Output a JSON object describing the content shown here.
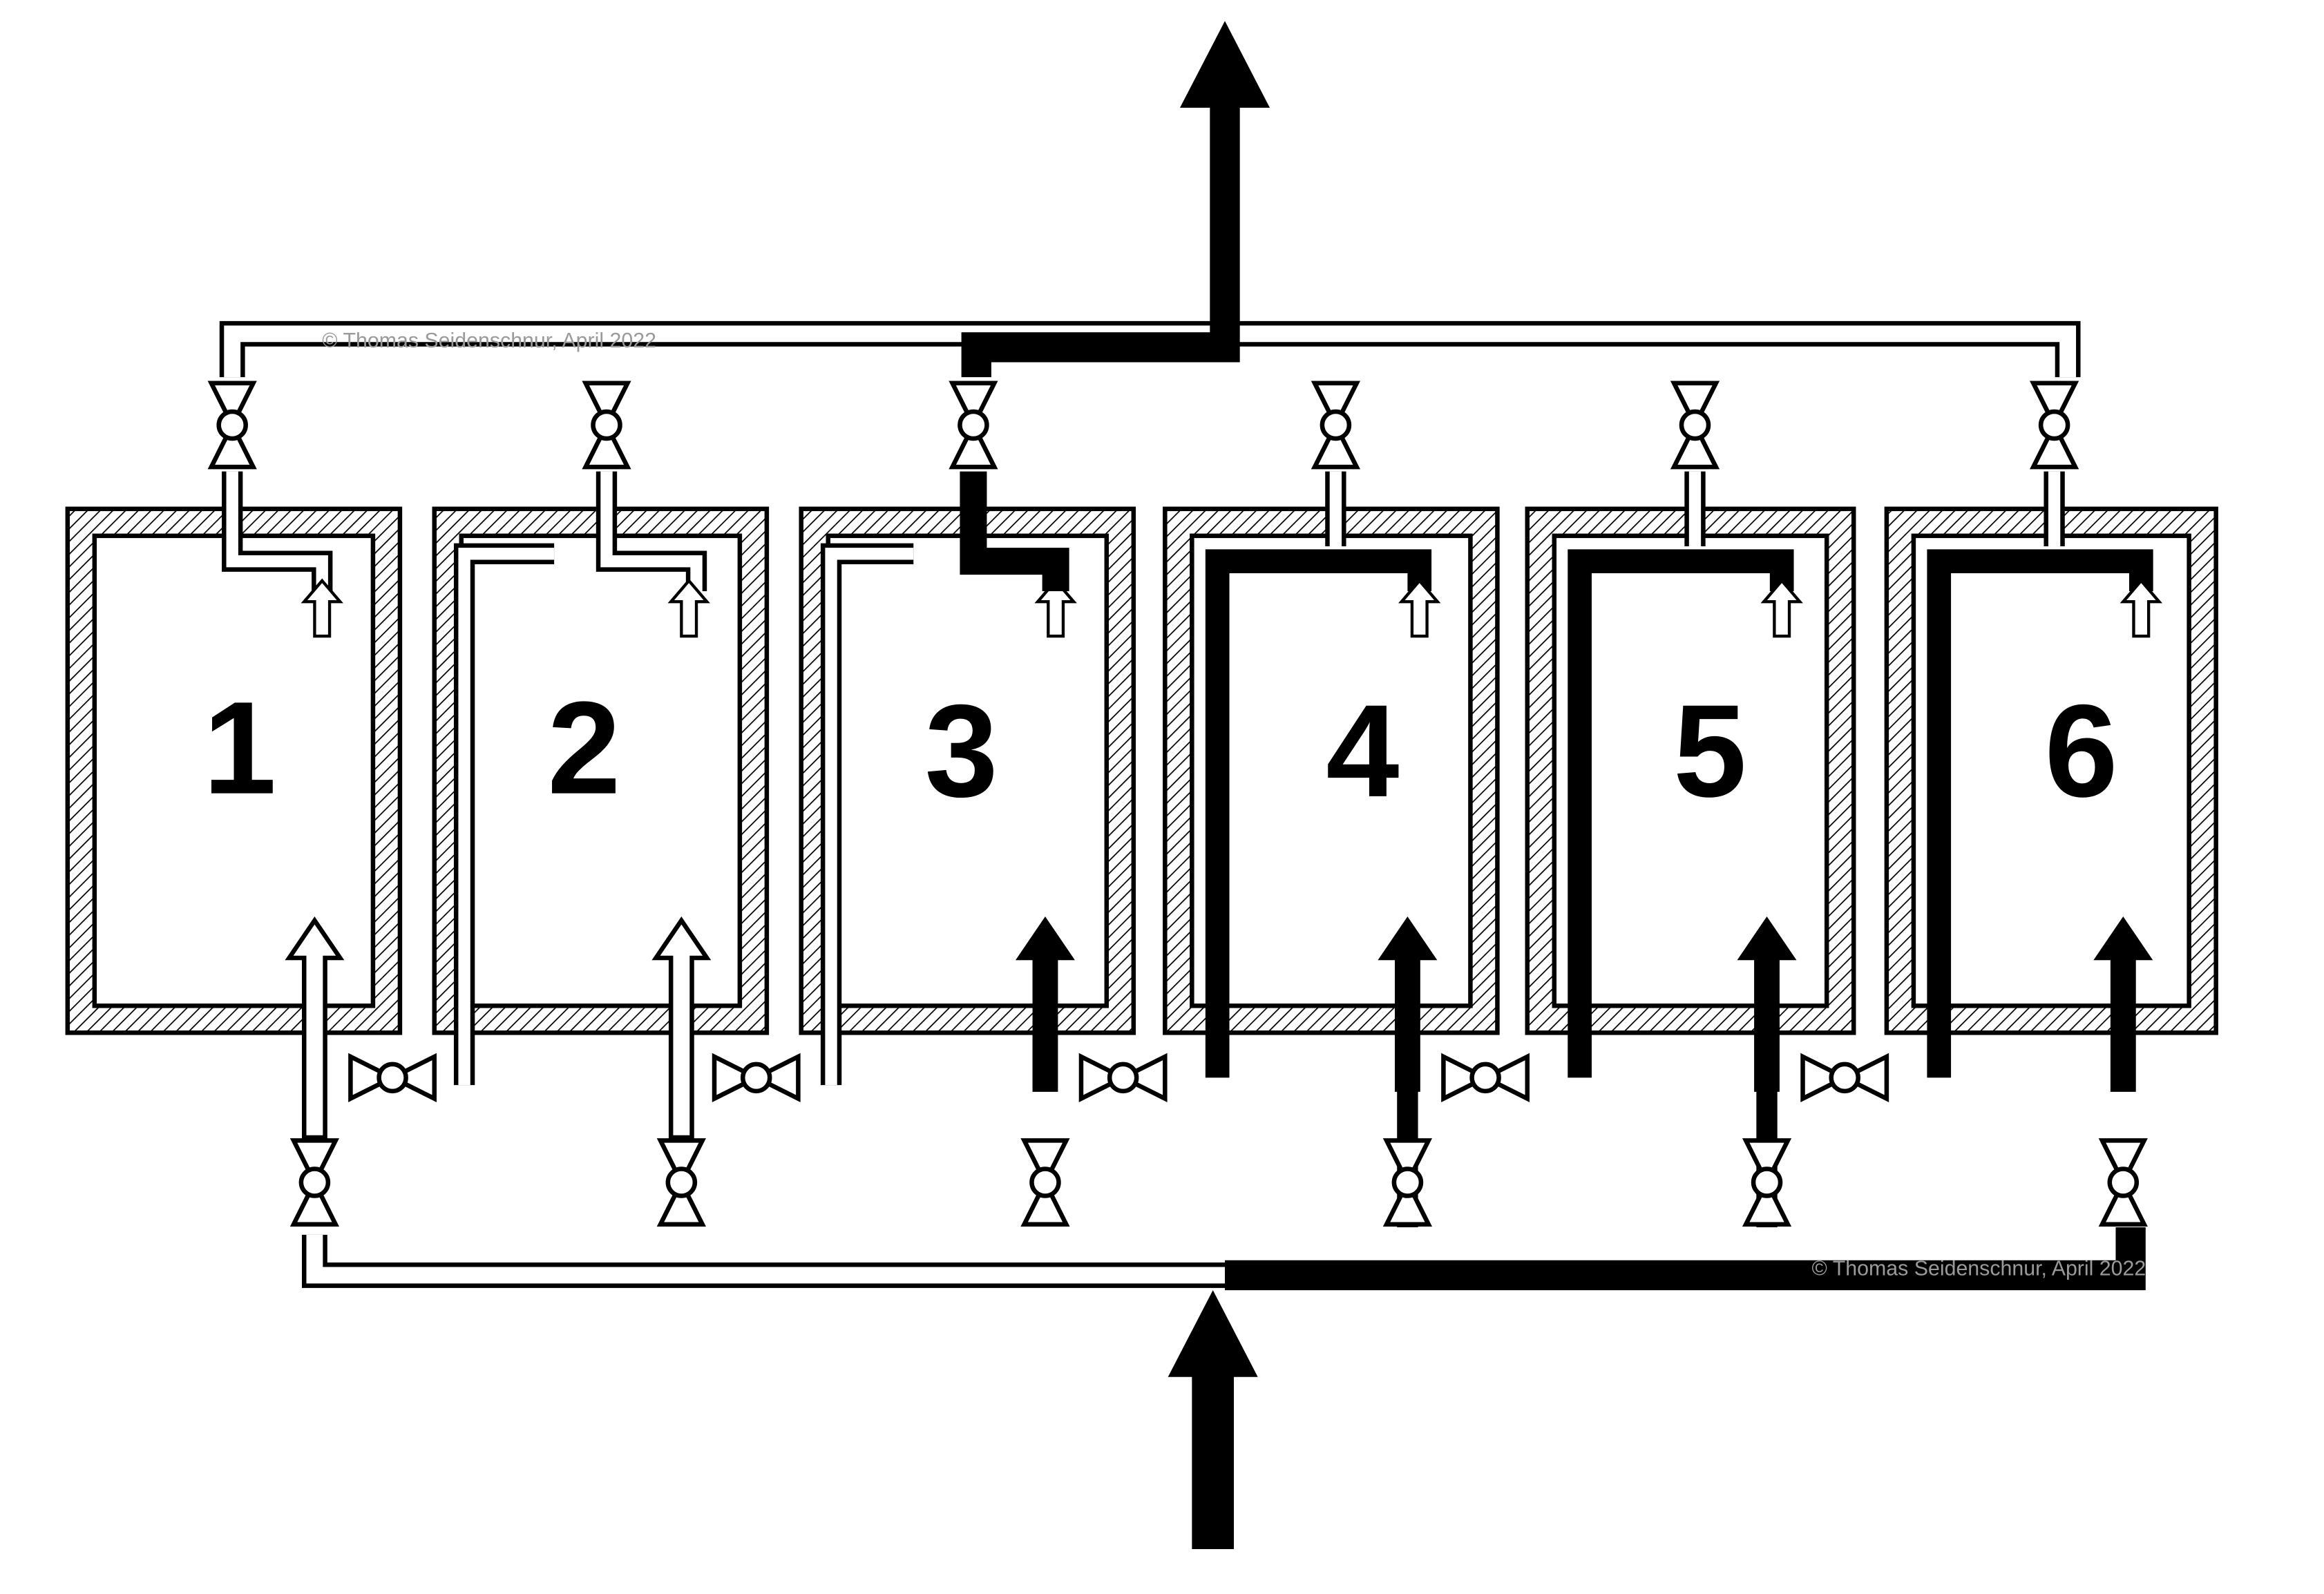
{
  "units": [
    {
      "label": "1",
      "active": false
    },
    {
      "label": "2",
      "active": false
    },
    {
      "label": "3",
      "active": true
    },
    {
      "label": "4",
      "active": true
    },
    {
      "label": "5",
      "active": true
    },
    {
      "label": "6",
      "active": true
    }
  ],
  "copyright_top": "© Thomas Seidenschnur, April 2022",
  "copyright_bottom": "© Thomas Seidenschnur, April 2022",
  "colors": {
    "active_flow": "#000000",
    "inactive_pipe": "#ffffff",
    "outline": "#000000"
  }
}
